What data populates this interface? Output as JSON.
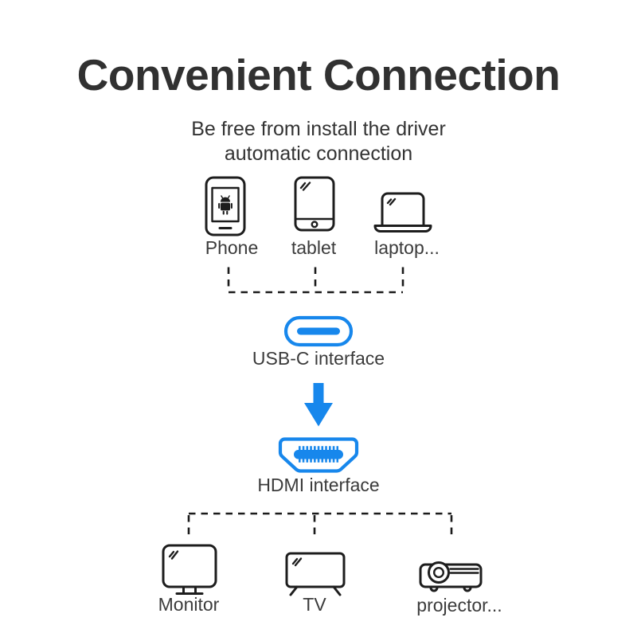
{
  "header": {
    "title": "Convenient Connection",
    "subtitle_line1": "Be free from install the driver",
    "subtitle_line2": "automatic connection"
  },
  "source_devices": [
    {
      "label": "Phone",
      "icon": "android-phone-icon"
    },
    {
      "label": "tablet",
      "icon": "tablet-icon"
    },
    {
      "label": "laptop...",
      "icon": "laptop-icon"
    }
  ],
  "adapter": {
    "input_label": "USB-C interface",
    "input_icon": "usb-c-port-icon",
    "flow_icon": "down-arrow-icon",
    "output_label": "HDMI interface",
    "output_icon": "hdmi-port-icon"
  },
  "output_devices": [
    {
      "label": "Monitor",
      "icon": "monitor-icon"
    },
    {
      "label": "TV",
      "icon": "tv-icon"
    },
    {
      "label": "projector...",
      "icon": "projector-icon"
    }
  ],
  "colors": {
    "accent_blue": "#1787EC",
    "icon_ink": "#1D1D1D",
    "title_ink": "#313131",
    "label_ink": "#3B3B3B",
    "background": "#FFFFFF"
  }
}
